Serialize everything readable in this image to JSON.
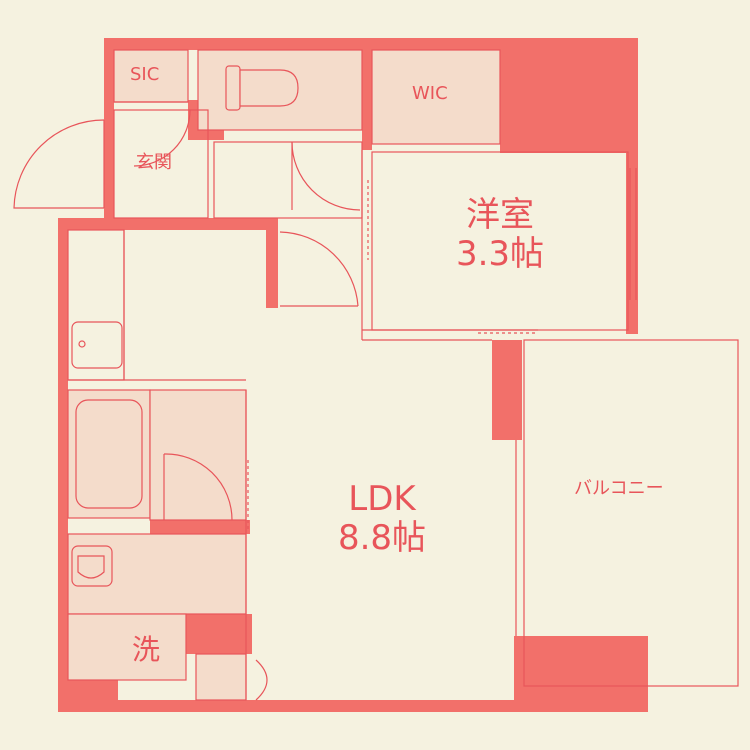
{
  "colors": {
    "background": "#F5F2E0",
    "wall": "#F2706A",
    "room_fill": "#F4DCCB",
    "line": "#E8555A",
    "text": "#E8555A"
  },
  "rooms": {
    "sic": "SIC",
    "wic": "WIC",
    "genkan": "玄関",
    "western_room": {
      "name": "洋室",
      "size": "3.3帖"
    },
    "ldk": {
      "name": "LDK",
      "size": "8.8帖"
    },
    "balcony": "バルコニー",
    "washer": "洗"
  }
}
